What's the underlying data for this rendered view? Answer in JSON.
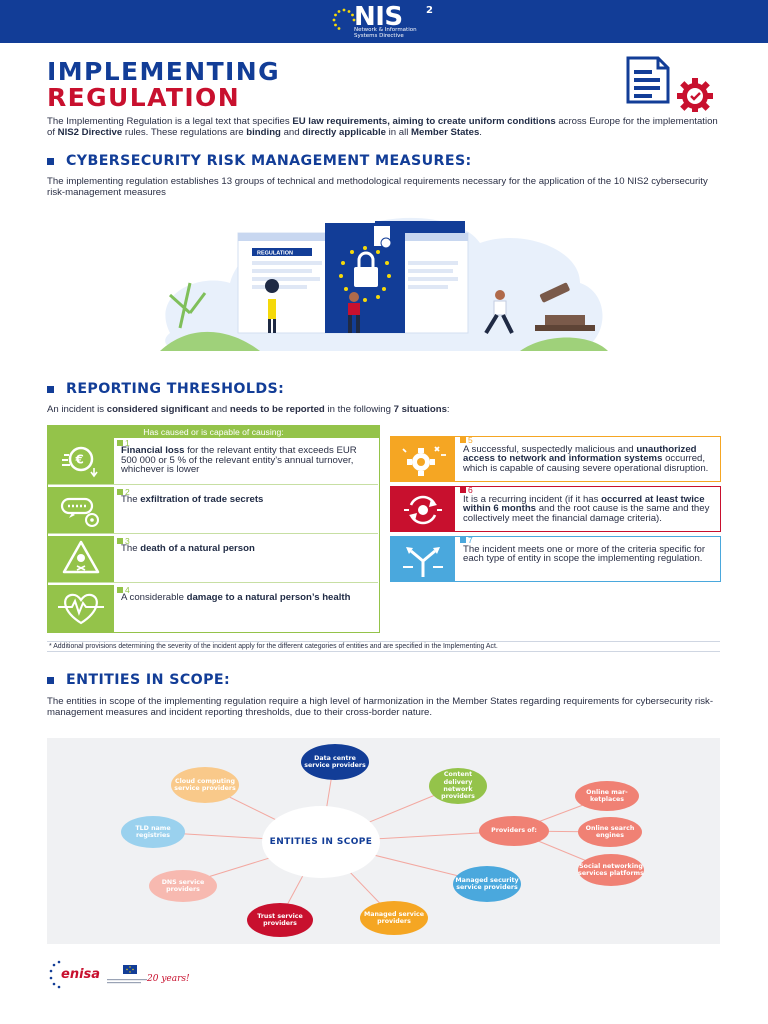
{
  "header": {
    "logo_text": "NIS",
    "logo_sup": "2",
    "logo_sub_line1": "Network & Information",
    "logo_sub_line2": "Systems Directive",
    "background_color": "#123d97"
  },
  "title": {
    "line1": "IMPLEMENTING",
    "line2": "REGULATION",
    "line1_color": "#123d97",
    "line2_color": "#c8102e",
    "icon": "document-gear-icon"
  },
  "intro": {
    "t1": "The Implementing Regulation is a legal text that specifies ",
    "b1": "EU law requirements, aiming to create uniform conditions",
    "t2": " across Europe for the implementation of ",
    "b2": "NIS2 Directive",
    "t3": " rules. These regulations are ",
    "b3": "binding",
    "t4": " and ",
    "b4": "directly applicable",
    "t5": " in all ",
    "b5": "Member States",
    "t6": "."
  },
  "sections": {
    "risk_management": {
      "heading": "CYBERSECURITY RISK MANAGEMENT MEASURES:",
      "text": "The implementing regulation establishes 13 groups of technical and methodological requirements necessary for the application of the 10 NIS2 cybersecurity risk-management measures",
      "illustration_label": "REGULATION",
      "illustration": "regulation-illustration"
    },
    "reporting": {
      "heading": "REPORTING THRESHOLDS:",
      "t1": "An incident is ",
      "b1": "considered significant",
      "t2": " and ",
      "b2": "needs to be reported",
      "t3": " in the following ",
      "b3": "7 situations",
      "t4": ":"
    },
    "scope": {
      "heading": "ENTITIES IN SCOPE:",
      "text": "The entities in scope of the implementing regulation require a high level of harmonization in the Member States regarding requirements for cybersecurity risk-management measures and incident reporting thresholds, due to their cross-border nature."
    }
  },
  "thresholds": {
    "left_header": "Has caused or is capable of causing:",
    "left_color": "#94c34a",
    "items": [
      {
        "num": "1",
        "icon": "euro-loss-icon",
        "b1": "Financial loss",
        "t1": " for the relevant entity that exceeds EUR 500 000 or 5 % of the relevant entity’s annual turnover, whichever is lower"
      },
      {
        "num": "2",
        "icon": "password-exfiltration-icon",
        "t0": "The ",
        "b1": "exfiltration of trade secrets"
      },
      {
        "num": "3",
        "icon": "death-warning-icon",
        "t0": "The ",
        "b1": "death of a natural person"
      },
      {
        "num": "4",
        "icon": "heart-pulse-icon",
        "t0": "A considerable ",
        "b1": "damage to a natural person’s health"
      },
      {
        "num": "5",
        "icon": "gear-malicious-icon",
        "color": "#f5a623",
        "t0": "A successful, suspectedly malicious and ",
        "b1": "unauthorized access to network and information systems",
        "t1": " occurred, which is capable of causing severe operational disruption."
      },
      {
        "num": "6",
        "icon": "recurring-incident-icon",
        "color": "#c8102e",
        "t0": "It is a recurring incident (if it has ",
        "b1": "occurred at least twice within 6 months",
        "t1": " and the root cause is the same and they collectively meet the financial damage criteria)."
      },
      {
        "num": "7",
        "icon": "split-road-icon",
        "color": "#4aa8dd",
        "t0": "The incident meets one or more of the criteria specific for each type of entity in scope the implementing regulation."
      }
    ],
    "footnote": "* Additional provisions determining the severity of the incident apply for the different categories of entities and are specified in the Implementing Act."
  },
  "entities": {
    "center": "ENTITIES IN SCOPE",
    "nodes": [
      {
        "label": "Data centre service providers",
        "color": "#123d97"
      },
      {
        "label": "Content delivery network providers",
        "color": "#94c34a"
      },
      {
        "label": "Cloud computing service providers",
        "color": "#f9c98a"
      },
      {
        "label": "TLD name registries",
        "color": "#9ad1ee"
      },
      {
        "label": "DNS service providers",
        "color": "#f7b9b0"
      },
      {
        "label": "Trust service providers",
        "color": "#c8102e"
      },
      {
        "label": "Managed service providers",
        "color": "#f5a623"
      },
      {
        "label": "Managed security service providers",
        "color": "#4aa8dd"
      },
      {
        "label": "Providers of:",
        "color": "#f08174"
      },
      {
        "label": "Online mar-ketplaces",
        "color": "#f08174"
      },
      {
        "label": "Online search engines",
        "color": "#f08174"
      },
      {
        "label": "Social networking services platforms",
        "color": "#f08174"
      }
    ]
  },
  "footer": {
    "enisa": "enisa",
    "anniversary": "20 years!",
    "logo": "enisa-logo"
  }
}
